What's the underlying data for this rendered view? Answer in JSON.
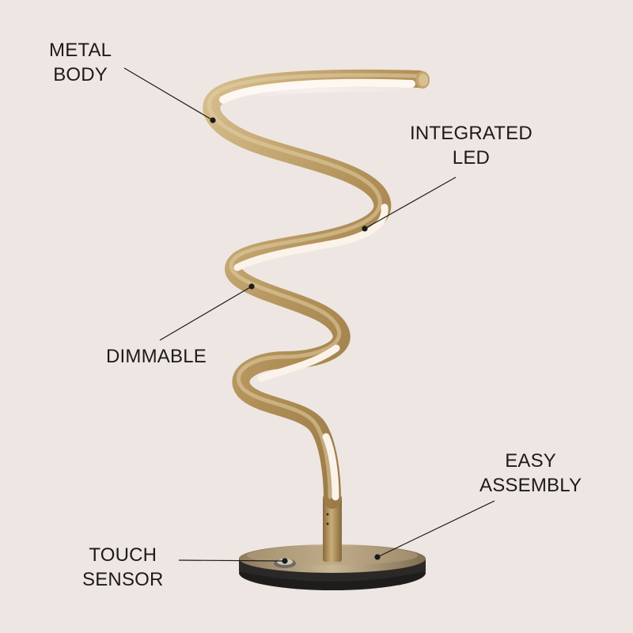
{
  "callouts": {
    "metal_body": {
      "line1": "METAL",
      "line2": "BODY"
    },
    "integrated_led": {
      "line1": "INTEGRATED",
      "line2": "LED"
    },
    "dimmable": {
      "line1": "DIMMABLE"
    },
    "easy_assembly": {
      "line1": "EASY",
      "line2": "ASSEMBLY"
    },
    "touch_sensor": {
      "line1": "TOUCH",
      "line2": "SENSOR"
    }
  },
  "colors": {
    "background": "#eee6e2",
    "brass": "#b99a62",
    "led_glow": "#fbf3ea",
    "base_dark": "#2b2927",
    "leader_line": "#1b1b1b"
  }
}
